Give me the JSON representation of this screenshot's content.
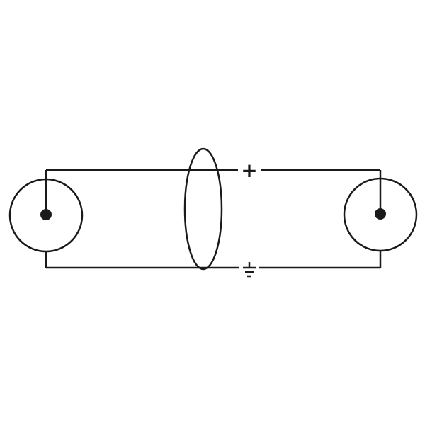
{
  "diagram": {
    "title": "rca-to-rca-cable-wiring-diagram",
    "background_color": "#ffffff",
    "stroke_color": "#1a1a1a",
    "plus_label": "+",
    "icons": {
      "ground": "ground-icon",
      "left_connector": "rca-connector-icon",
      "right_connector": "rca-connector-icon",
      "cable": "cable-shield-ellipse-icon"
    },
    "connections": {
      "top_line": "signal (+) conductor between left pin and right pin",
      "bottom_line": "ground / shield conductor between left shell and right shell"
    }
  }
}
